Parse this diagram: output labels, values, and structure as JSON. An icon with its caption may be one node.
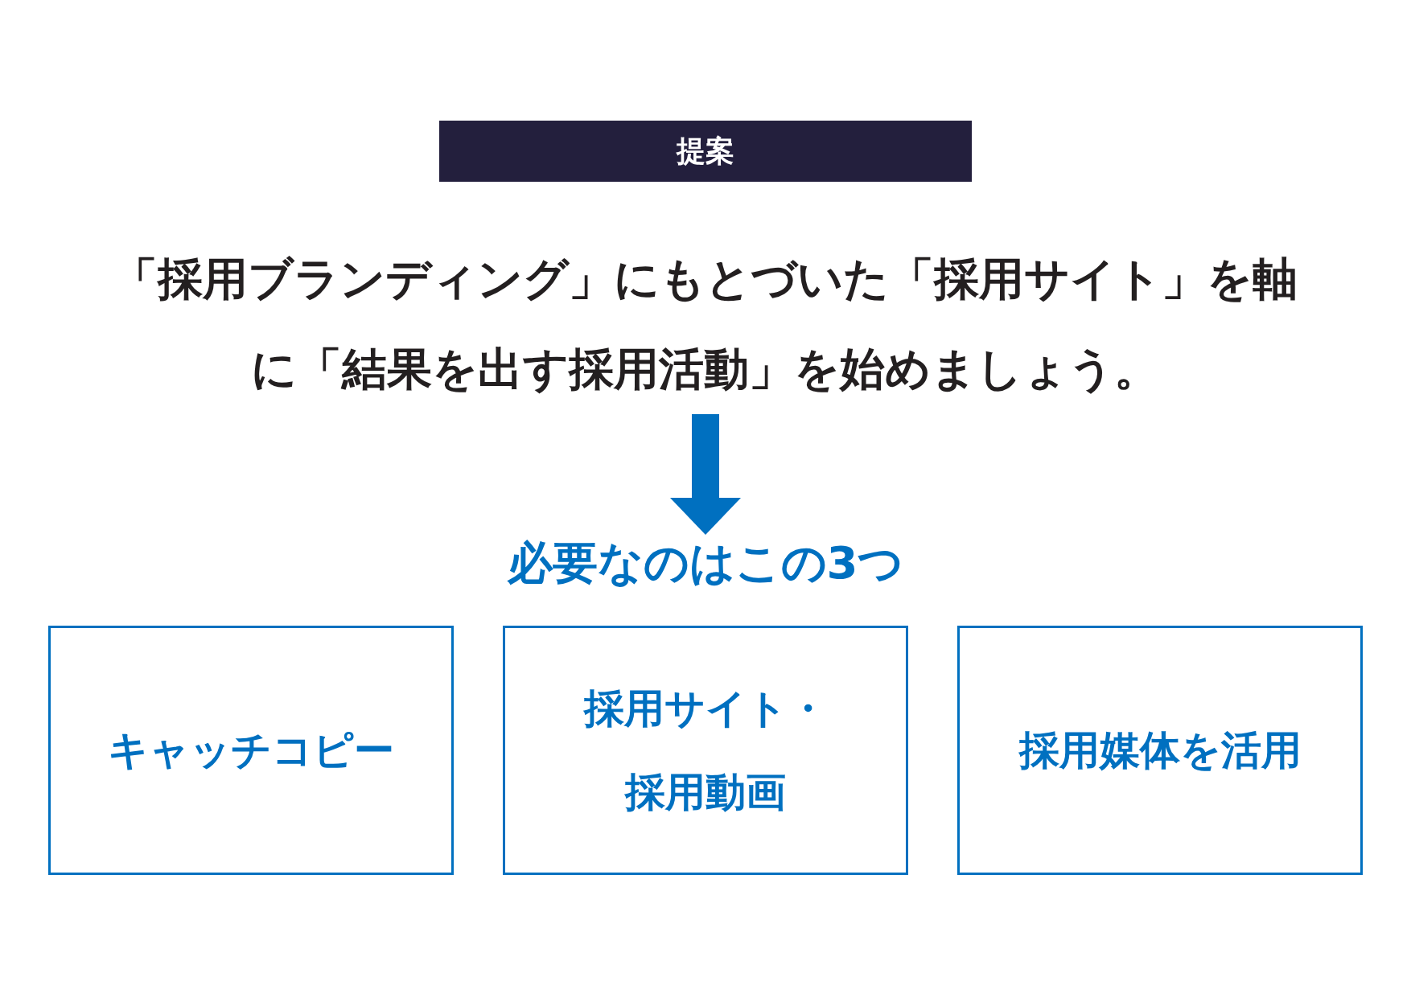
{
  "diagram": {
    "nodes": [
      {
        "text": [
          "提案"
        ]
      },
      {
        "text": [
          "「採用ブランディング」にもとづいた「採用サイト」を軸に「結果を出す採用活動」を始めましょう。"
        ]
      },
      {
        "text": [
          "必要なのはこの3つ"
        ]
      },
      {
        "text": [
          "キャッチコピー"
        ]
      },
      {
        "text": [
          "採用サイト・採用動画"
        ]
      },
      {
        "text": [
          "採用媒体を活用"
        ]
      }
    ],
    "edges": [
      {
        "from": 1,
        "to": 2,
        "arrow": "to"
      }
    ]
  }
}
